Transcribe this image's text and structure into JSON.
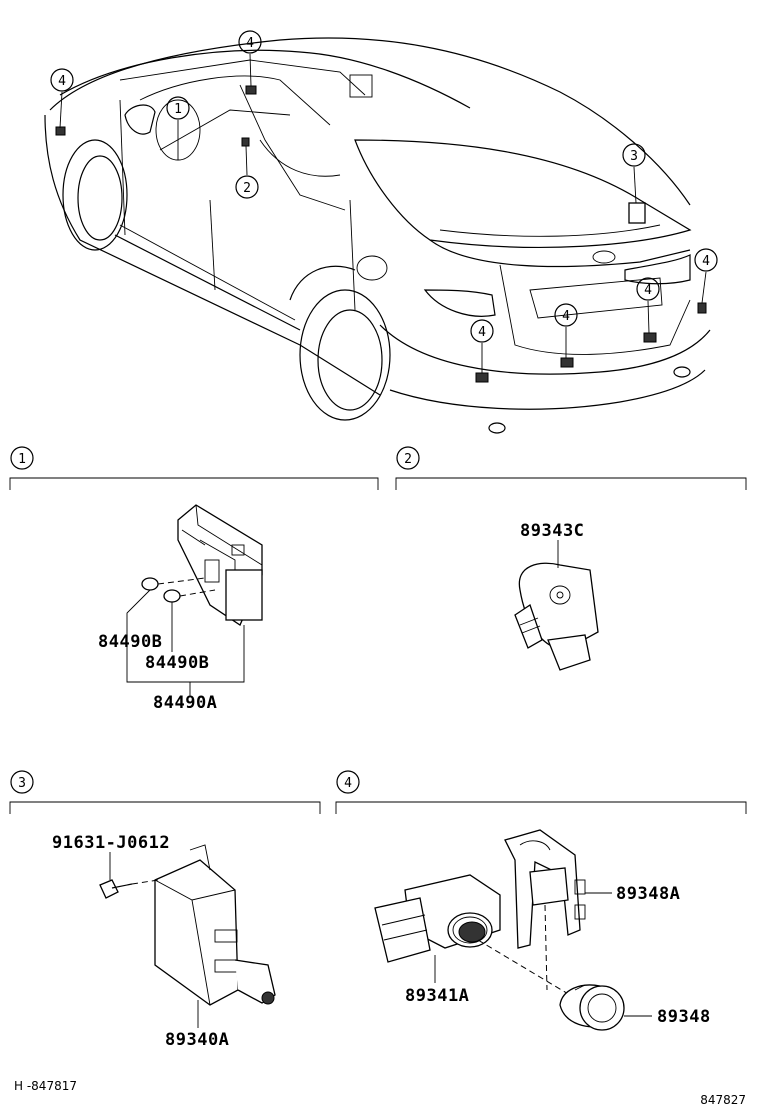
{
  "overview": {
    "callouts": [
      "4",
      "4",
      "1",
      "2",
      "3",
      "4",
      "4",
      "4",
      "4"
    ]
  },
  "sections": [
    {
      "num": "1",
      "parts": [
        "84490B",
        "84490B",
        "84490A"
      ]
    },
    {
      "num": "2",
      "parts": [
        "89343C"
      ]
    },
    {
      "num": "3",
      "parts": [
        "91631-J0612",
        "89340A"
      ]
    },
    {
      "num": "4",
      "parts": [
        "89348A",
        "89341A",
        "89348"
      ]
    }
  ],
  "footer": {
    "left_code": "H -847817",
    "right_code": "847827"
  }
}
